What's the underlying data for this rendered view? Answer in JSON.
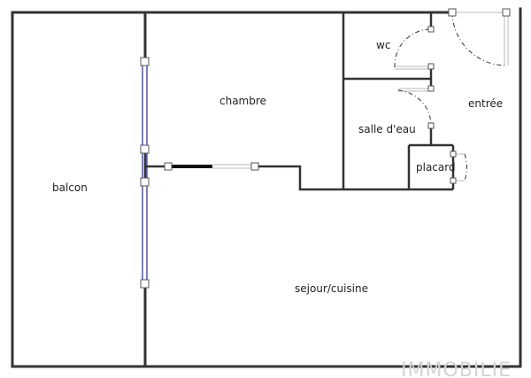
{
  "rooms": {
    "balcon": "balcon",
    "chambre": "chambre",
    "wc": "wc",
    "salle_deau": "salle d'eau",
    "entree": "entrée",
    "placard": "placard",
    "sejour": "sejour/cuisine"
  },
  "watermark": "IMMOBILIE",
  "colors": {
    "wall": "#333333",
    "window": "#3a3aa8",
    "background": "#ffffff"
  }
}
